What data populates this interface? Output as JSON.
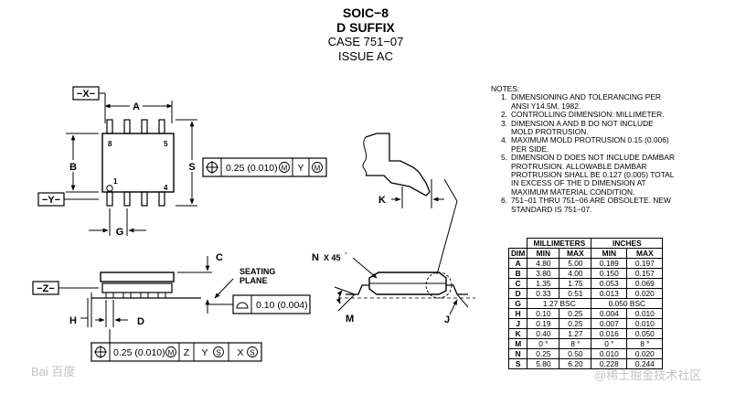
{
  "title": {
    "line1": "SOIC−8",
    "line2": "D SUFFIX",
    "line3": "CASE 751−07",
    "line4": "ISSUE AC"
  },
  "labels": {
    "datum_x": "−X−",
    "datum_y": "−Y−",
    "datum_z": "−Z−",
    "A": "A",
    "B": "B",
    "G": "G",
    "S": "S",
    "C": "C",
    "H": "H",
    "D": "D",
    "K": "K",
    "N": "N",
    "M": "M",
    "J": "J",
    "n_angle": "X 45",
    "degree": "°",
    "pin8": "8",
    "pin5": "5",
    "pin1": "1",
    "pin4": "4",
    "seating1": "SEATING",
    "seating2": "PLANE"
  },
  "fcf": {
    "top_value": "0.25 (0.010)",
    "top_mod": "M",
    "top_datum": "Y",
    "top_datum_mod": "M",
    "flat_value": "0.10 (0.004)",
    "bottom_value": "0.25 (0.010)",
    "bottom_mod": "M",
    "bottom_d1": "Z",
    "bottom_d2": "Y",
    "bottom_d2_mod": "S",
    "bottom_d3": "X",
    "bottom_d3_mod": "S"
  },
  "notes": {
    "header": "NOTES:",
    "items": [
      {
        "num": "1.",
        "lines": [
          "DIMENSIONING AND TOLERANCING PER",
          "ANSI Y14.5M, 1982."
        ]
      },
      {
        "num": "2.",
        "lines": [
          "CONTROLLING DIMENSION: MILLIMETER."
        ]
      },
      {
        "num": "3.",
        "lines": [
          "DIMENSION A AND B DO NOT INCLUDE",
          "MOLD PROTRUSION."
        ]
      },
      {
        "num": "4.",
        "lines": [
          "MAXIMUM MOLD PROTRUSION 0.15 (0.006)",
          "PER SIDE."
        ]
      },
      {
        "num": "5.",
        "lines": [
          "DIMENSION D DOES NOT INCLUDE DAMBAR",
          "PROTRUSION. ALLOWABLE DAMBAR",
          "PROTRUSION SHALL BE 0.127 (0.005) TOTAL",
          "IN EXCESS OF THE D DIMENSION AT",
          "MAXIMUM MATERIAL CONDITION."
        ]
      },
      {
        "num": "6.",
        "lines": [
          "751−01 THRU 751−06 ARE OBSOLETE. NEW",
          "STANDARD IS 751−07."
        ]
      }
    ]
  },
  "table": {
    "headers": {
      "dim": "DIM",
      "mm": "MILLIMETERS",
      "in": "INCHES",
      "min": "MIN",
      "max": "MAX"
    },
    "rows": [
      {
        "dim": "A",
        "mm_min": "4.80",
        "mm_max": "5.00",
        "in_min": "0.189",
        "in_max": "0.197"
      },
      {
        "dim": "B",
        "mm_min": "3.80",
        "mm_max": "4.00",
        "in_min": "0.150",
        "in_max": "0.157"
      },
      {
        "dim": "C",
        "mm_min": "1.35",
        "mm_max": "1.75",
        "in_min": "0.053",
        "in_max": "0.069"
      },
      {
        "dim": "D",
        "mm_min": "0.33",
        "mm_max": "0.51",
        "in_min": "0.013",
        "in_max": "0.020"
      },
      {
        "dim": "G",
        "mm_span": "1.27 BSC",
        "in_span": "0.050 BSC"
      },
      {
        "dim": "H",
        "mm_min": "0.10",
        "mm_max": "0.25",
        "in_min": "0.004",
        "in_max": "0.010"
      },
      {
        "dim": "J",
        "mm_min": "0.19",
        "mm_max": "0.25",
        "in_min": "0.007",
        "in_max": "0.010"
      },
      {
        "dim": "K",
        "mm_min": "0.40",
        "mm_max": "1.27",
        "in_min": "0.016",
        "in_max": "0.050"
      },
      {
        "dim": "M",
        "mm_min": "0 °",
        "mm_max": "8 °",
        "in_min": "0 °",
        "in_max": "8 °"
      },
      {
        "dim": "N",
        "mm_min": "0.25",
        "mm_max": "0.50",
        "in_min": "0.010",
        "in_max": "0.020"
      },
      {
        "dim": "S",
        "mm_min": "5.80",
        "mm_max": "6.20",
        "in_min": "0.228",
        "in_max": "0.244"
      }
    ]
  },
  "watermarks": {
    "left": "Bai 百度",
    "right": "@稀土掘金技术社区"
  }
}
